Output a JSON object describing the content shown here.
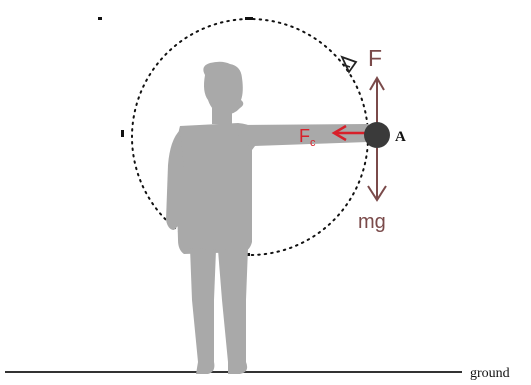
{
  "diagram": {
    "labels": {
      "force_up": "F",
      "centripetal": "F",
      "centripetal_sub": "c",
      "point": "A",
      "weight": "mg",
      "ground": "ground"
    },
    "colors": {
      "person": "#a9a9a9",
      "ball": "#3a3a3a",
      "force_arrow": "#7a4a4a",
      "centripetal_arrow": "#d8202a",
      "path": "#111111",
      "ground_line": "#333333"
    },
    "elements": {
      "person": "person-silhouette",
      "path": "circular-path",
      "direction": "rotation-direction-arrow"
    }
  }
}
